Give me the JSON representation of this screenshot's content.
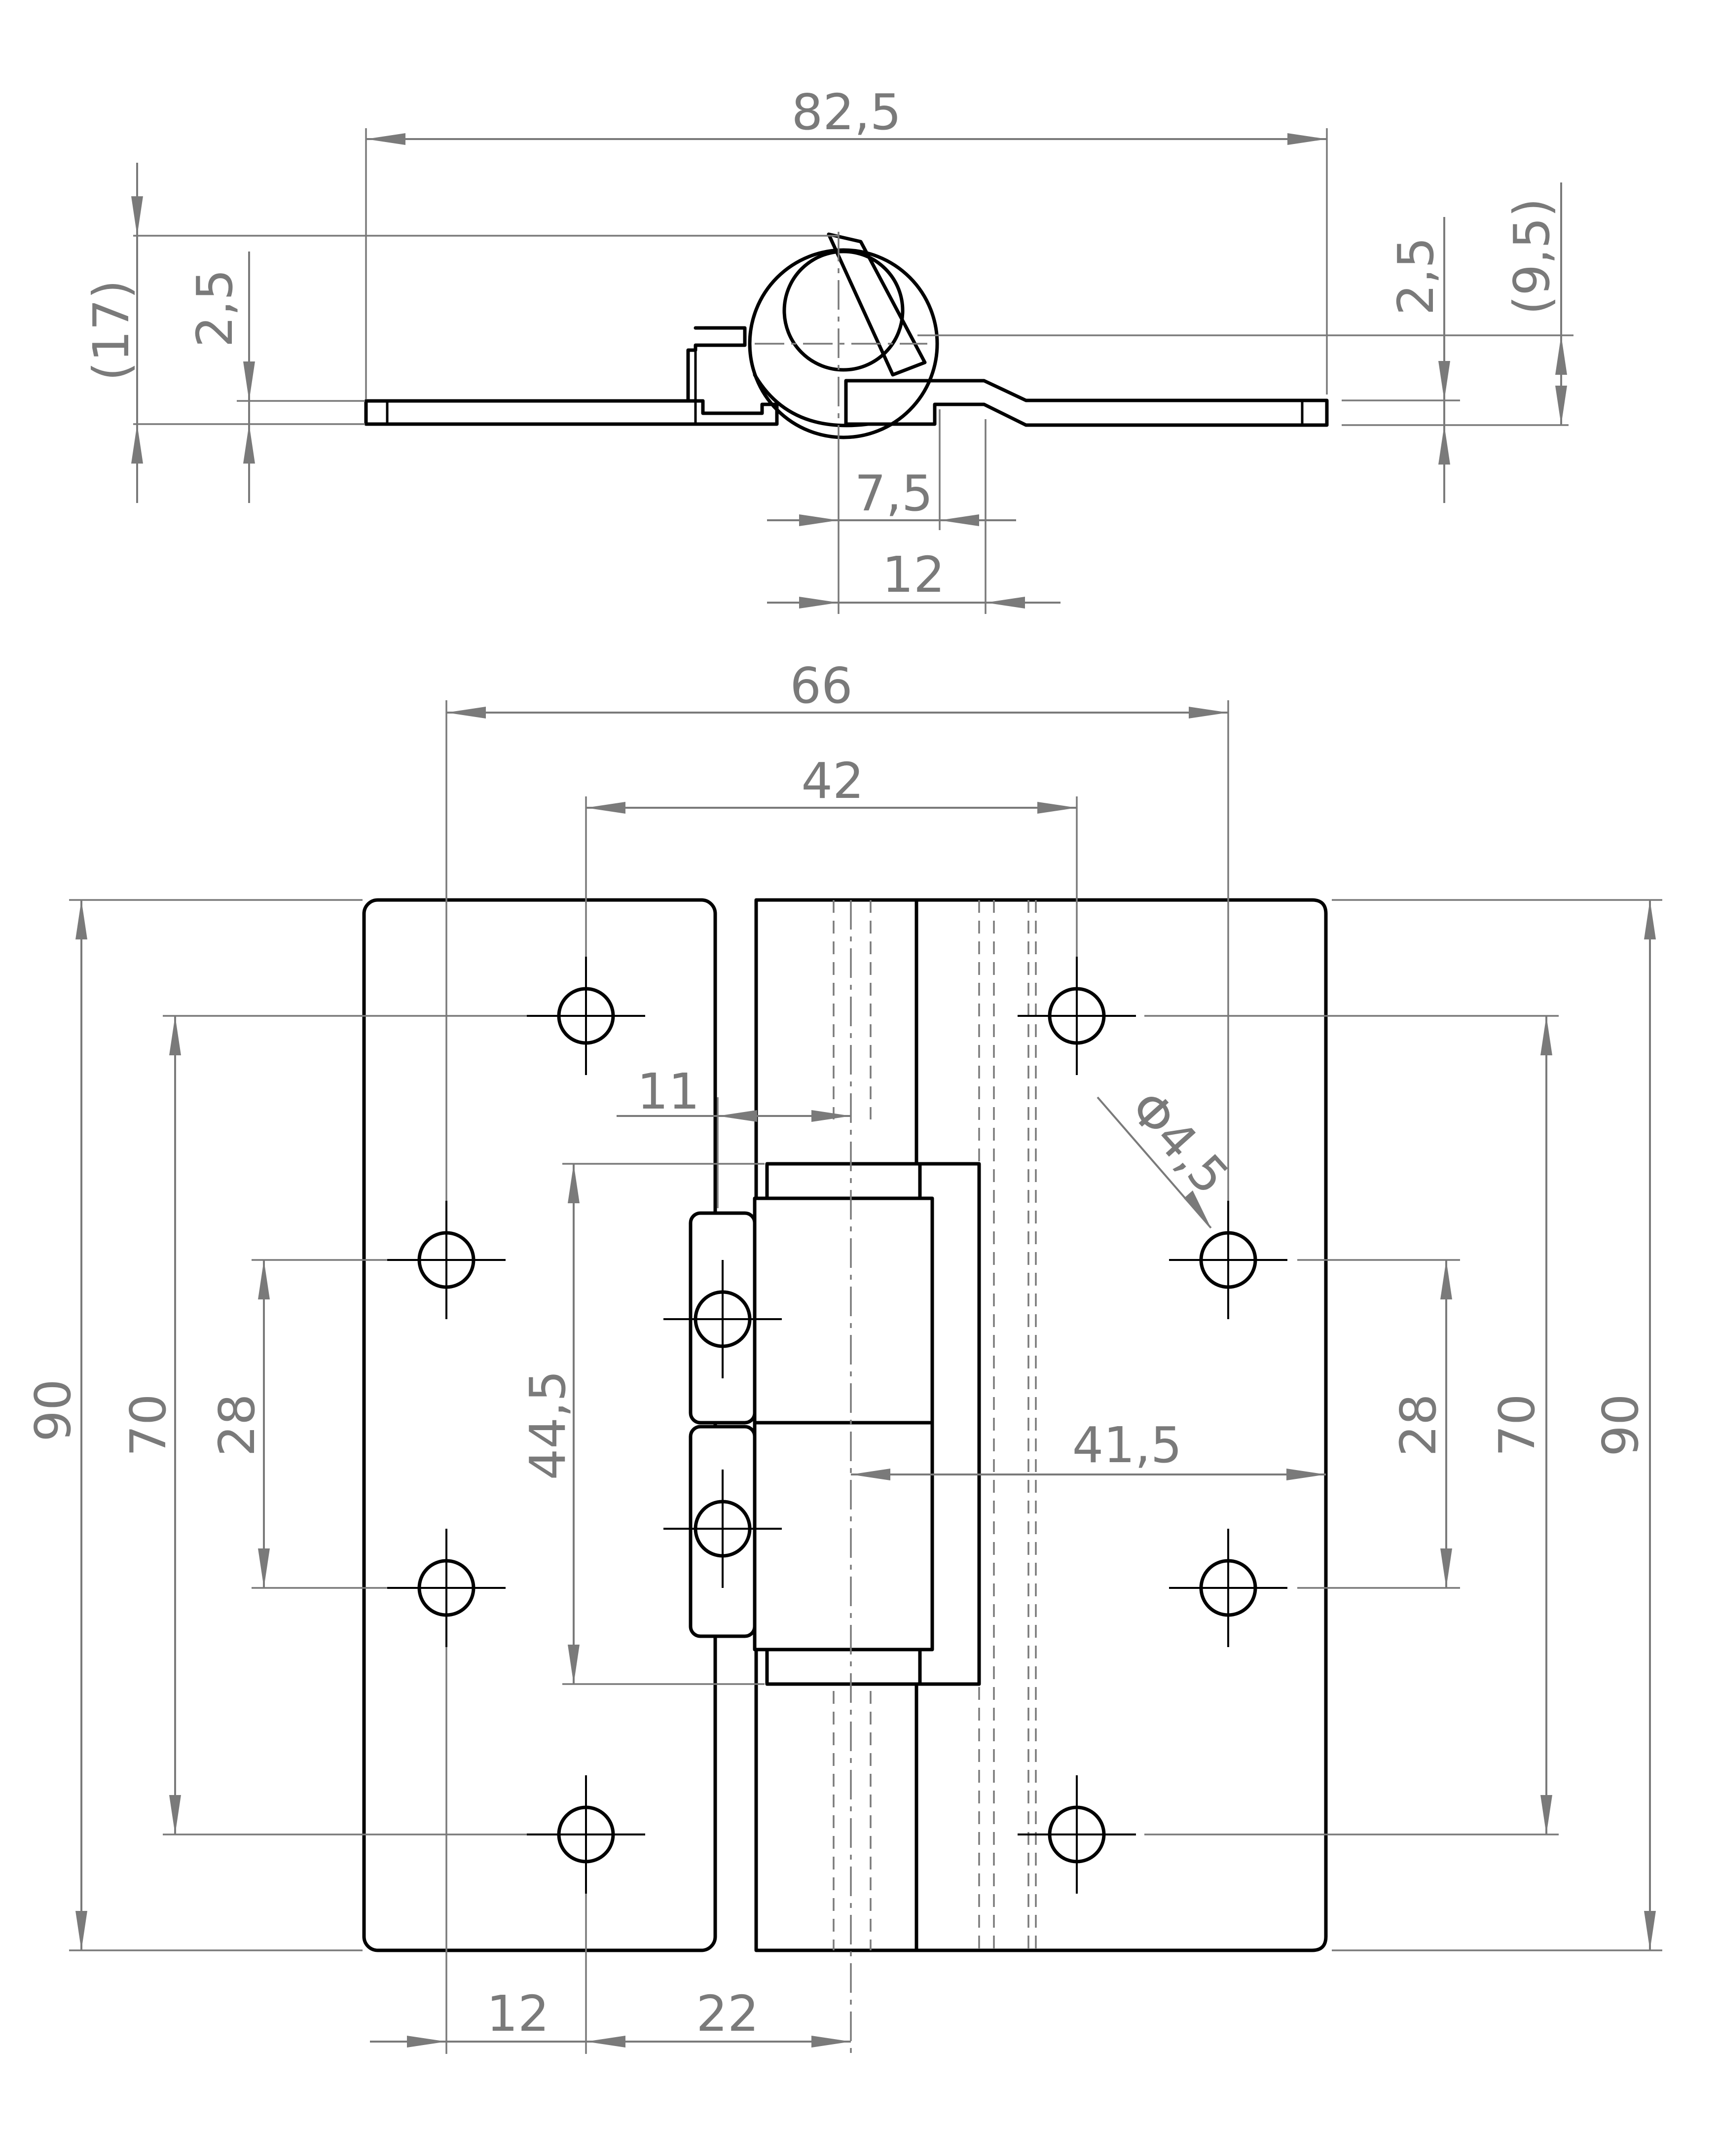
{
  "dimensions": {
    "top_width": "82,5",
    "top_height_total": "(17)",
    "top_thickness_left": "2,5",
    "top_thickness_right": "2,5",
    "top_height_right": "(9,5)",
    "top_offset_1": "7,5",
    "top_offset_2": "12",
    "hole_span_wide": "66",
    "hole_span_mid": "42",
    "knuckle_offset": "11",
    "diameter": "Φ4,5",
    "height_left": "90",
    "spacing_left_70": "70",
    "spacing_left_28": "28",
    "knuckle_length": "44,5",
    "axis_to_edge": "41,5",
    "spacing_right_28": "28",
    "spacing_right_70": "70",
    "height_right": "90",
    "bottom_12": "12",
    "bottom_22": "22"
  },
  "colors": {
    "part": "#000000",
    "dimension": "#7a7a7a"
  }
}
